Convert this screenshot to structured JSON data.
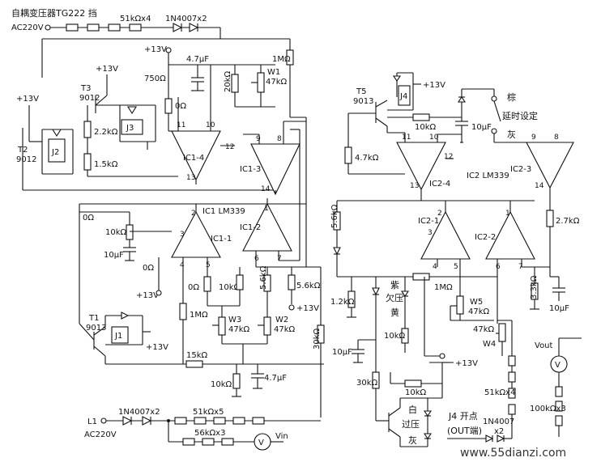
{
  "top_left": {
    "title": "自耦变压器TG222 挡",
    "ac": "AC220V",
    "res_chain": "51kΩx4",
    "diodes": "1N4007x2"
  },
  "bottom_left": {
    "l1": "L1",
    "ac": "AC220V",
    "diodes": "1N4007x2",
    "r1": "51kΩx5",
    "r2": "56kΩx3",
    "meter": "Vin"
  },
  "ic1": {
    "name": "IC1  LM339",
    "u1": "IC1-1",
    "u2": "IC1-2",
    "u3": "IC1-3",
    "u4": "IC1-4"
  },
  "ic2": {
    "name": "IC2  LM339",
    "u1": "IC2-1",
    "u2": "IC2-2",
    "u3": "IC2-3",
    "u4": "IC2-4"
  },
  "transistors": {
    "t1": "T1",
    "t1m": "9013",
    "t2": "T2",
    "t2m": "9012",
    "t3": "T3",
    "t3m": "9012",
    "t5": "T5",
    "t5m": "9013"
  },
  "relays": {
    "j1": "J1",
    "j2": "J2",
    "j3": "J3",
    "j4": "J4"
  },
  "supply": {
    "p13": "+13V"
  },
  "parts": {
    "r1M": "1MΩ",
    "c47u": "4.7μF",
    "r750": "750Ω",
    "r0": "0Ω",
    "r20k": "20kΩ",
    "w1": "W1",
    "w1v": "47kΩ",
    "r22k": "2.2kΩ",
    "r15k": "1.5kΩ",
    "r10k": "10kΩ",
    "c10u": "10μF",
    "w2": "W2",
    "w2v": "47kΩ",
    "w3": "W3",
    "w3v": "47kΩ",
    "r56k": "5.6kΩ",
    "r15kb": "15kΩ",
    "r30k": "30kΩ",
    "r47k": "4.7kΩ",
    "r12k": "1.2kΩ",
    "r27k": "2.7kΩ",
    "r33k": "3.3kΩ",
    "w4": "W4",
    "w4v": "47kΩ",
    "w5": "W5",
    "w5v": "47kΩ",
    "r51kx4": "51kΩx4",
    "r100kx3": "100kΩx3",
    "r30kb": "30kΩ"
  },
  "labels": {
    "brown": "棕",
    "delay": "延时设定",
    "gray": "灰",
    "purple": "紫",
    "under": "欠压",
    "yellow": "黄",
    "white": "白",
    "over": "过压",
    "gray2": "灰",
    "j4open": "J4 开点",
    "outend": "(OUT端)",
    "d1n4007": "1N4007",
    "x2": "x2",
    "vout": "Vout"
  },
  "watermark": "www.55dianzi.com"
}
